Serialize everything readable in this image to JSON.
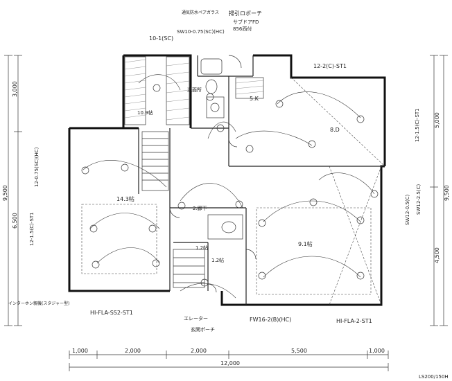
{
  "labels": {
    "porch_top": "掃引ロポーチ",
    "door_top": "サブドアFD",
    "door_top2": "856西付",
    "note_top": "通気防水ペアガラス",
    "room_10": "10-1(SC)",
    "sash_10": "SW10-0.75(SC)(HC)",
    "room_122": "12-2(C)-ST1",
    "room_storage": "10.9帖",
    "room_121": "12-1.5(C)-ST1",
    "left_sash_1": "12-0.75(SC)(HC)",
    "left_sash_2": "12-1.5(C)-ST1",
    "right_sash_1": "12-1.5(C)-ST1",
    "right_sash_2": "SW12-2.5(C)",
    "right_sash_3": "SW12-0.5(C)",
    "room_14": "14.3帖",
    "room_ldk": "9.1帖",
    "room_genkan": "1.2帖",
    "bottom_left": "HI-FLA-SS2-ST1",
    "bottom_center": "FW16-2(B)(HC)",
    "bottom_right": "HI-FLA-2-ST1",
    "elevator_label": "エレーター",
    "genkan_porch": "玄関ポーチ",
    "intercom": "インターホン親機(スタジャー型)",
    "scale": "LS200/150H",
    "dim_left_total": "9,500",
    "dim_left_1": "3,000",
    "dim_left_2": "6,500",
    "dim_right_total": "9,500",
    "dim_right_1": "5,000",
    "dim_right_2": "4,500",
    "dim_bottom_1": "1,000",
    "dim_bottom_2": "2,000",
    "dim_bottom_3": "2,000",
    "dim_bottom_4": "5,500",
    "dim_bottom_5": "1,000",
    "dim_bottom_total": "12,000",
    "room_bath": "洗面所",
    "room_kitchen": "5.K",
    "room_dining": "8.D",
    "label_2f": "2.廊下",
    "label_wc": "1.2帖"
  },
  "colors": {
    "line": "#222222",
    "background": "#ffffff"
  }
}
